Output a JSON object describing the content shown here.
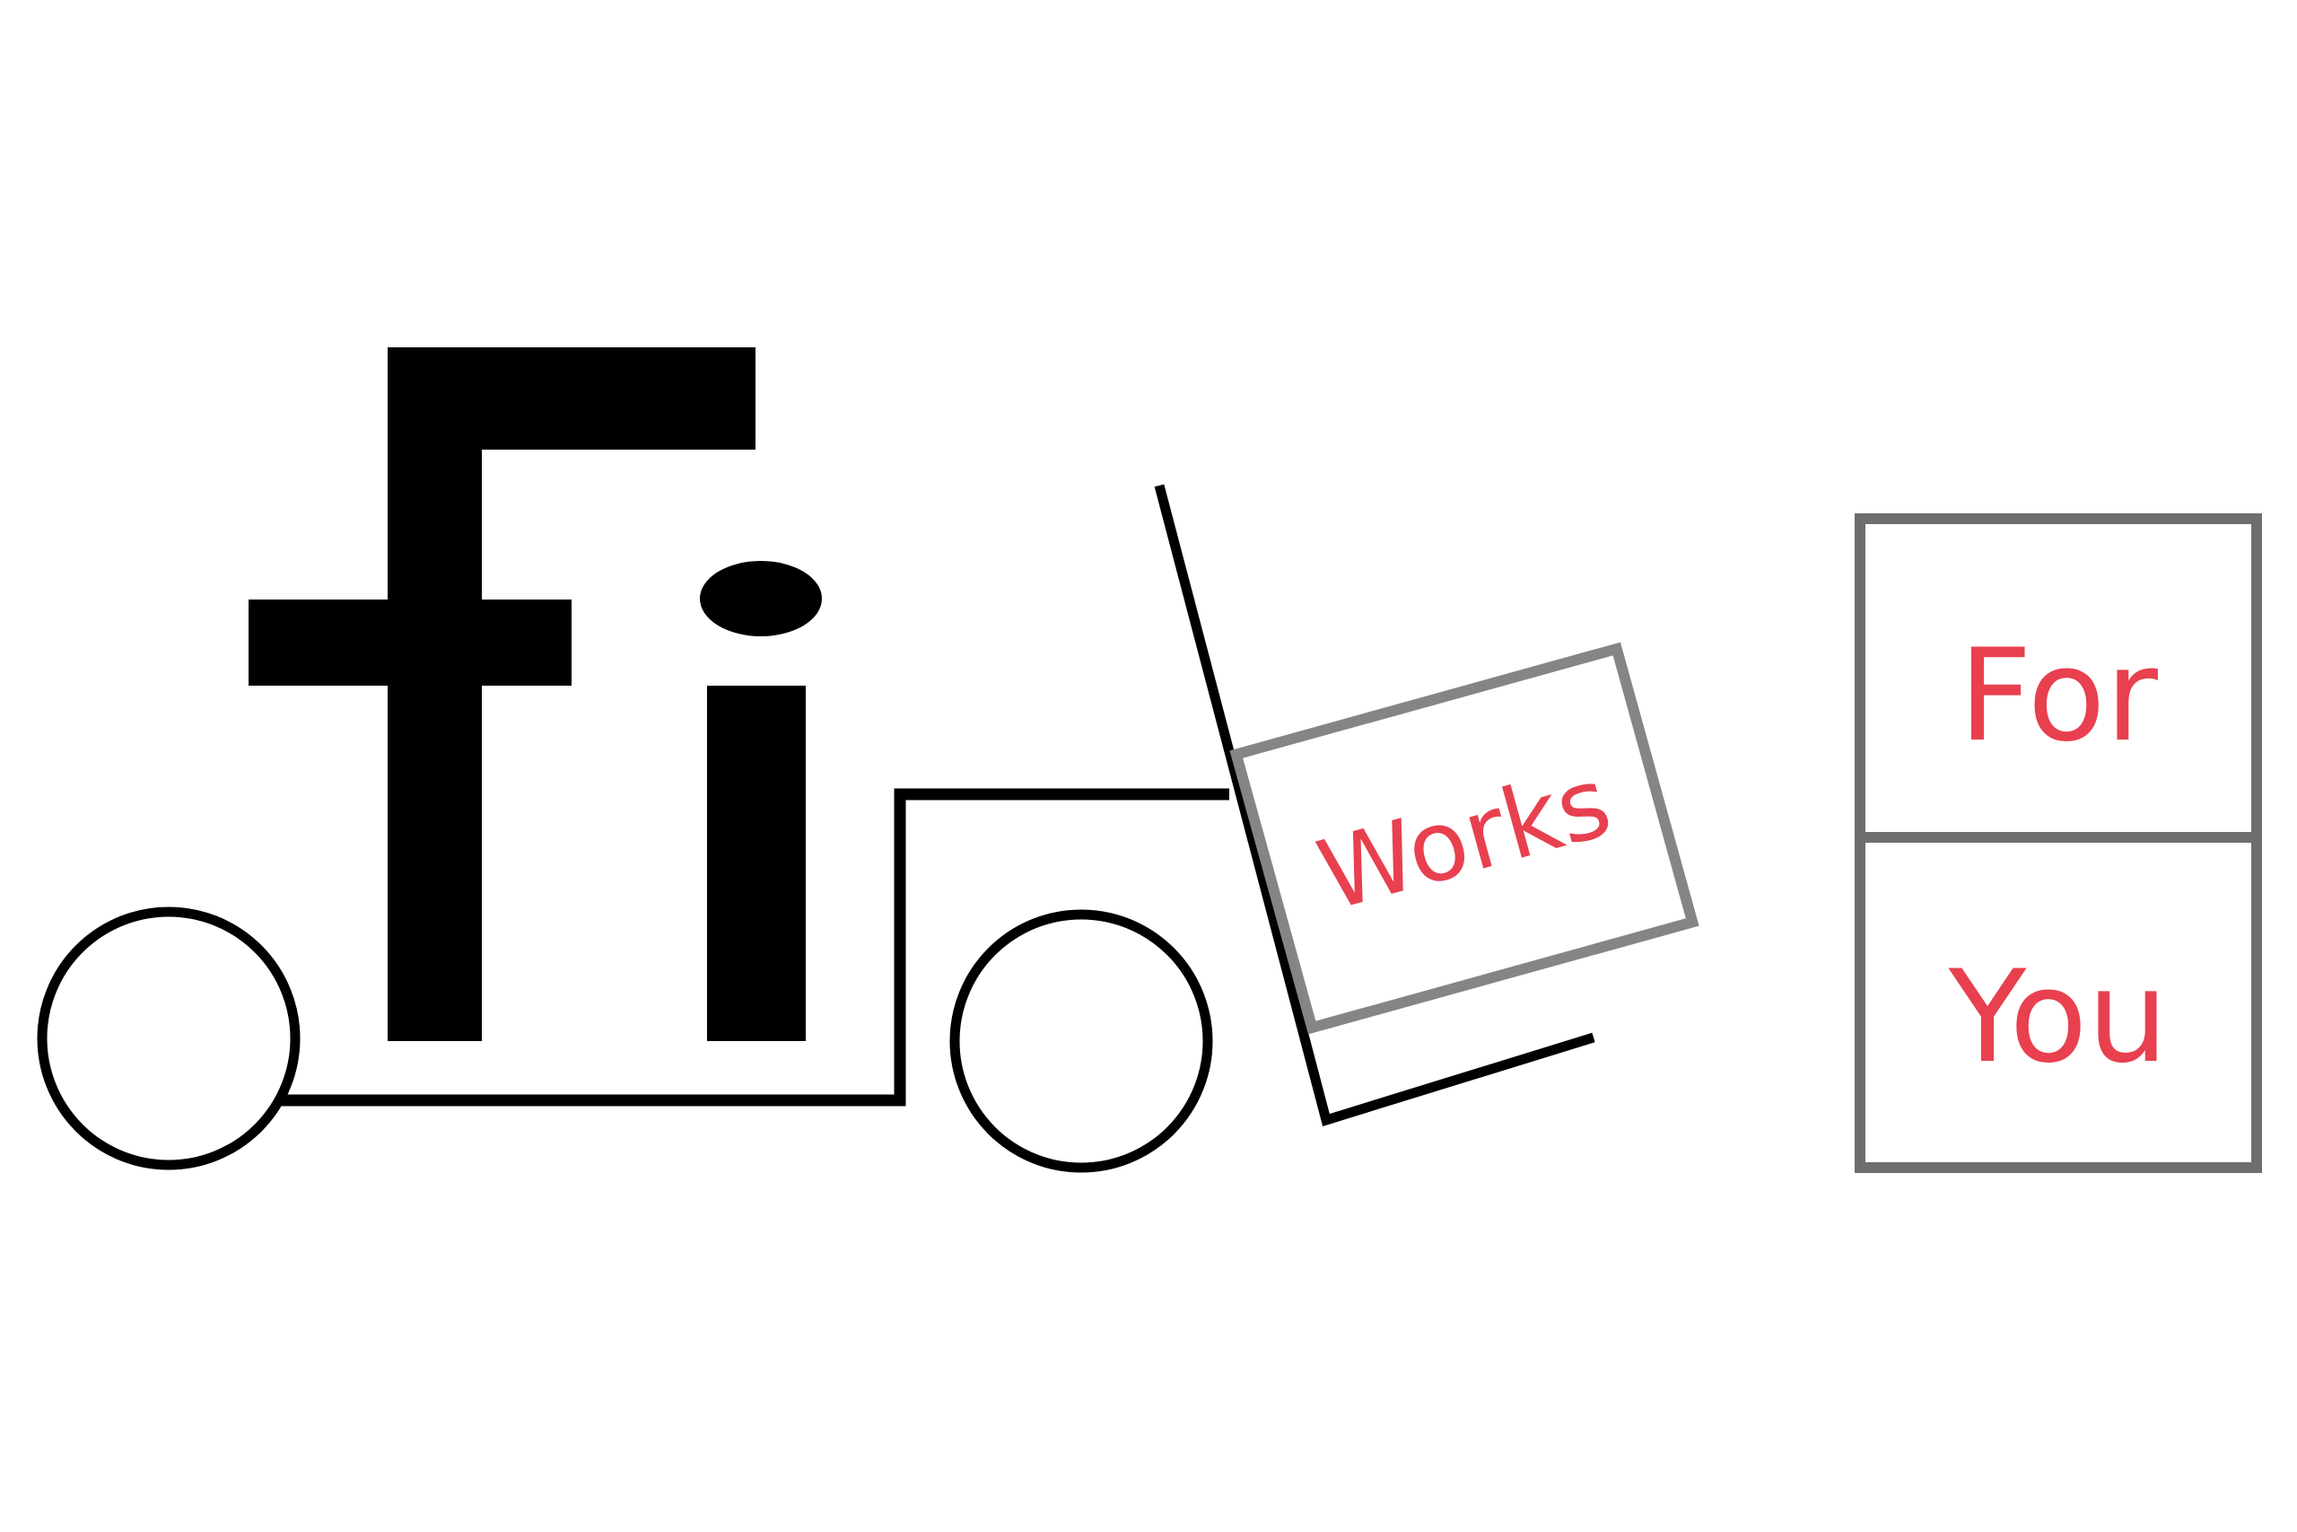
{
  "logo": {
    "mark_letters": "Fi",
    "box_label": "Works",
    "shelf_top_label": "For",
    "shelf_bottom_label": "You"
  },
  "icons": {
    "vehicle": "forklift-icon",
    "wheel": "wheel-icon",
    "mast": "forklift-mast-icon",
    "cargo": "crate-icon",
    "storage": "shelf-icon"
  },
  "colors": {
    "background": "#ffffff",
    "ink": "#000000",
    "accent": "#e8404f",
    "crate_stroke": "#858585",
    "shelf_stroke": "#6e6e6e"
  }
}
